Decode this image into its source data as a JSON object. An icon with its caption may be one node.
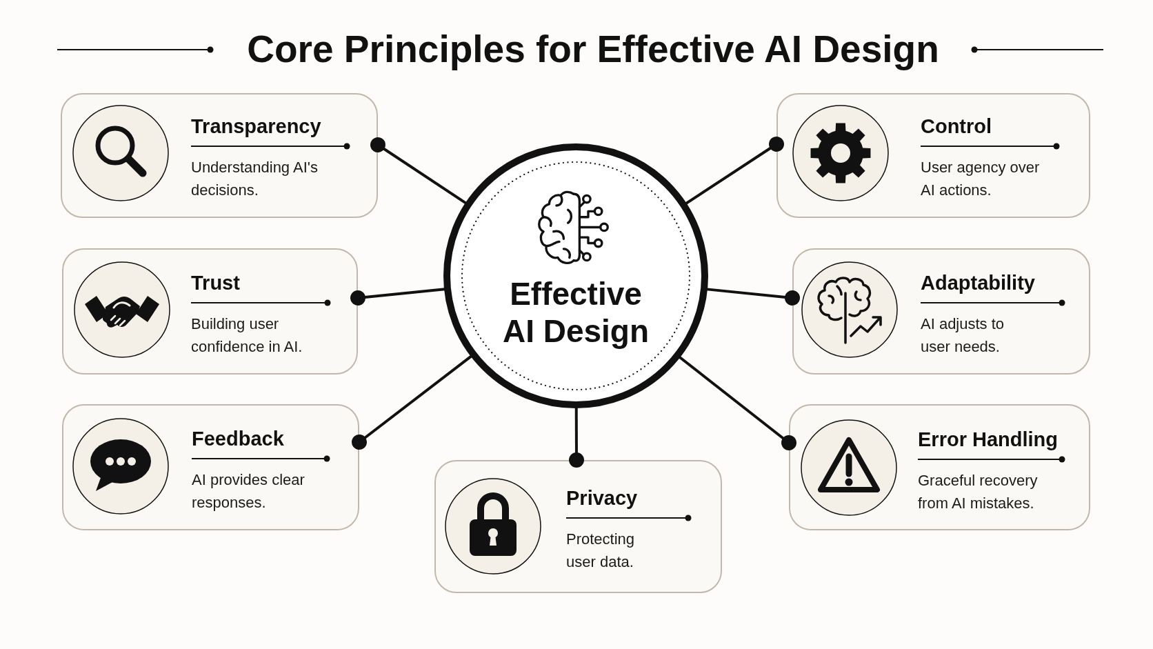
{
  "diagram": {
    "title": "Core Principles for Effective AI Design",
    "nodes": [
      {
        "text": [
          "Effective AI Design"
        ]
      },
      {
        "text": [
          "Transparency",
          "Understanding AI's decisions."
        ]
      },
      {
        "text": [
          "Control",
          "User agency over AI actions."
        ]
      },
      {
        "text": [
          "Trust",
          "Building user confidence in AI."
        ]
      },
      {
        "text": [
          "Adaptability",
          "AI adjusts to user needs."
        ]
      },
      {
        "text": [
          "Feedback",
          "AI provides clear responses."
        ]
      },
      {
        "text": [
          "Error Handling",
          "Graceful recovery from AI mistakes."
        ]
      },
      {
        "text": [
          "Privacy",
          "Protecting user data."
        ]
      }
    ],
    "edges": [
      {
        "from": 0,
        "to": 1,
        "arrow": "other"
      },
      {
        "from": 0,
        "to": 2,
        "arrow": "other"
      },
      {
        "from": 0,
        "to": 3,
        "arrow": "other"
      },
      {
        "from": 0,
        "to": 4,
        "arrow": "other"
      },
      {
        "from": 0,
        "to": 5,
        "arrow": "other"
      },
      {
        "from": 0,
        "to": 6,
        "arrow": "other"
      },
      {
        "from": 0,
        "to": 7,
        "arrow": "other"
      }
    ]
  }
}
